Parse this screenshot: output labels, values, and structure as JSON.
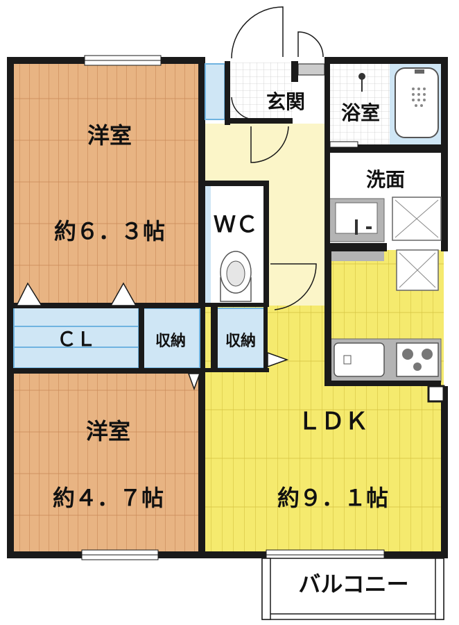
{
  "rooms": {
    "western1": {
      "name": "洋室",
      "size": "約６．３帖"
    },
    "western2": {
      "name": "洋室",
      "size": "約４．７帖"
    },
    "ldk": {
      "name": "ＬＤＫ",
      "size": "約９．１帖"
    },
    "entrance": {
      "name": "玄関"
    },
    "bath": {
      "name": "浴室"
    },
    "washroom": {
      "name": "洗面"
    },
    "wc": {
      "name": "ＷＣ"
    },
    "closet": {
      "name": "ＣＬ"
    },
    "storage1": {
      "name": "収納"
    },
    "storage2": {
      "name": "収納"
    },
    "balcony": {
      "name": "バルコニー"
    }
  },
  "colors": {
    "wood_floor": "#e8b483",
    "wood_line": "#c98a58",
    "ldk_floor": "#f5ea6e",
    "ldk_line": "#d6c442",
    "hall_floor": "#fbf5c8",
    "storage_blue": "#cfe6f5",
    "storage_edge": "#6fb3e0",
    "wall": "#1a1a1a",
    "wet_gray": "#b4b4b4"
  }
}
